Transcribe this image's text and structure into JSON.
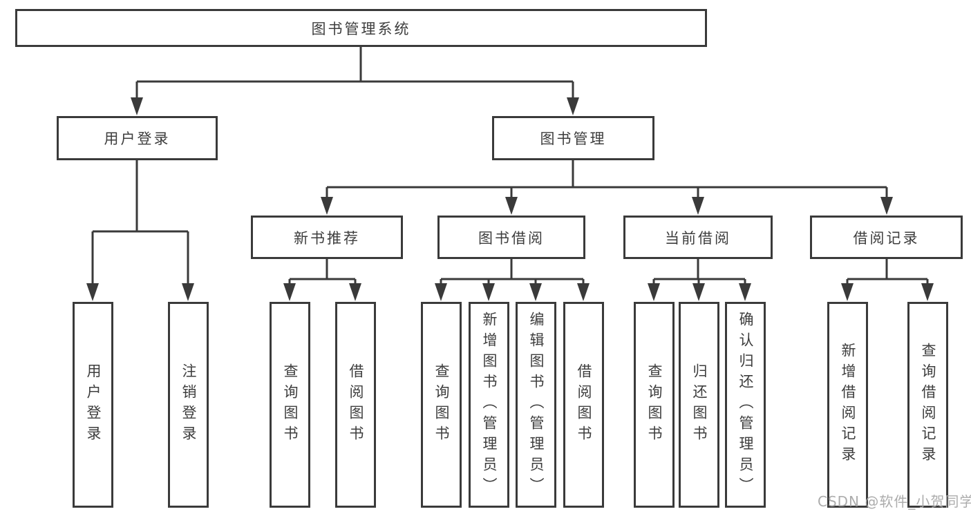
{
  "diagram": {
    "root_label": "图书管理系统",
    "branches": [
      {
        "label": "用户登录",
        "children": [
          "用户登录",
          "注销登录"
        ]
      },
      {
        "label": "图书管理",
        "sections": [
          {
            "label": "新书推荐",
            "children": [
              "查询图书",
              "借阅图书"
            ]
          },
          {
            "label": "图书借阅",
            "children": [
              "查询图书",
              "新增图书（管理员）",
              "编辑图书（管理员）",
              "借阅图书"
            ]
          },
          {
            "label": "当前借阅",
            "children": [
              "查询图书",
              "归还图书",
              "确认归还（管理员）"
            ]
          },
          {
            "label": "借阅记录",
            "children": [
              "新增借阅记录",
              "查询借阅记录"
            ]
          }
        ]
      }
    ],
    "watermark": "CSDN @软件_小贺同学",
    "colors": {
      "line": "#3a3a3a",
      "box_border": "#3a3a3a",
      "text": "#3d3d3d",
      "background": "#ffffff",
      "watermark": "#a8a8a8"
    }
  }
}
